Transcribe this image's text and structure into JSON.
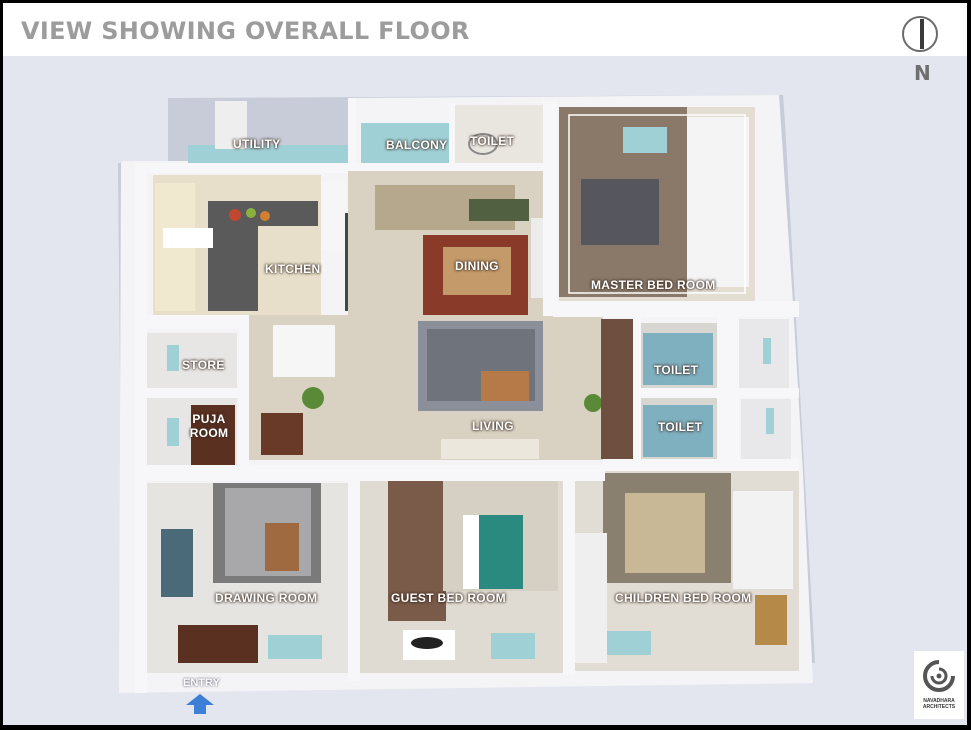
{
  "title": "VIEW SHOWING OVERALL FLOOR",
  "compass": {
    "label": "N",
    "icon": "north-arrow-icon"
  },
  "rooms": {
    "utility": "UTILITY",
    "balcony": "BALCONY",
    "toilet_top": "TOILET",
    "master_bed_room": "MASTER BED  ROOM",
    "kitchen": "KITCHEN",
    "dining": "DINING",
    "store": "STORE",
    "puja_room_line1": "PUJA",
    "puja_room_line2": "ROOM",
    "living": "LIVING",
    "toilet_right_1": "TOILET",
    "toilet_right_2": "TOILET",
    "drawing_room": "DRAWING ROOM",
    "guest_bed_room": "GUEST BED  ROOM",
    "children_bed_room": "CHILDREN BED  ROOM"
  },
  "entry": {
    "label": "ENTRY",
    "icon": "up-arrow-icon",
    "color": "#3d7fd6"
  },
  "logo": {
    "name_line1": "NAVADHARA",
    "name_line2": "ARCHITECTS",
    "icon": "navadhara-logo-icon"
  },
  "colors": {
    "background": "#e3e5ef",
    "title": "#9c9c9c",
    "wall": "#f2f2f4",
    "wood_floor": "#7a5a48",
    "tile_floor": "#d9d2c2",
    "water_blue": "#8fc5d0"
  }
}
